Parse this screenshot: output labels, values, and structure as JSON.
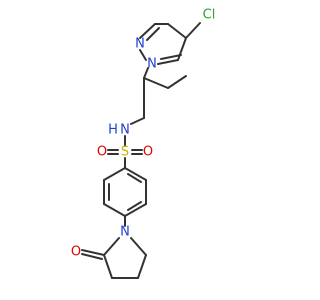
{
  "molecule": {
    "atoms": {
      "cl": {
        "label": "Cl",
        "color": "#2ca02c"
      },
      "n_pyr2": {
        "label": "N",
        "color": "#1f3fd0"
      },
      "n_pyr1": {
        "label": "N",
        "color": "#1f3fd0"
      },
      "n_h": {
        "label": "N",
        "color": "#1f3fd0"
      },
      "h": {
        "label": "H",
        "color": "#1f3fd0"
      },
      "s": {
        "label": "S",
        "color": "#c8b400"
      },
      "o_left": {
        "label": "O",
        "color": "#e60000"
      },
      "o_right": {
        "label": "O",
        "color": "#e60000"
      },
      "n_lactam": {
        "label": "N",
        "color": "#1f3fd0"
      },
      "o_lactam": {
        "label": "O",
        "color": "#e60000"
      }
    }
  }
}
